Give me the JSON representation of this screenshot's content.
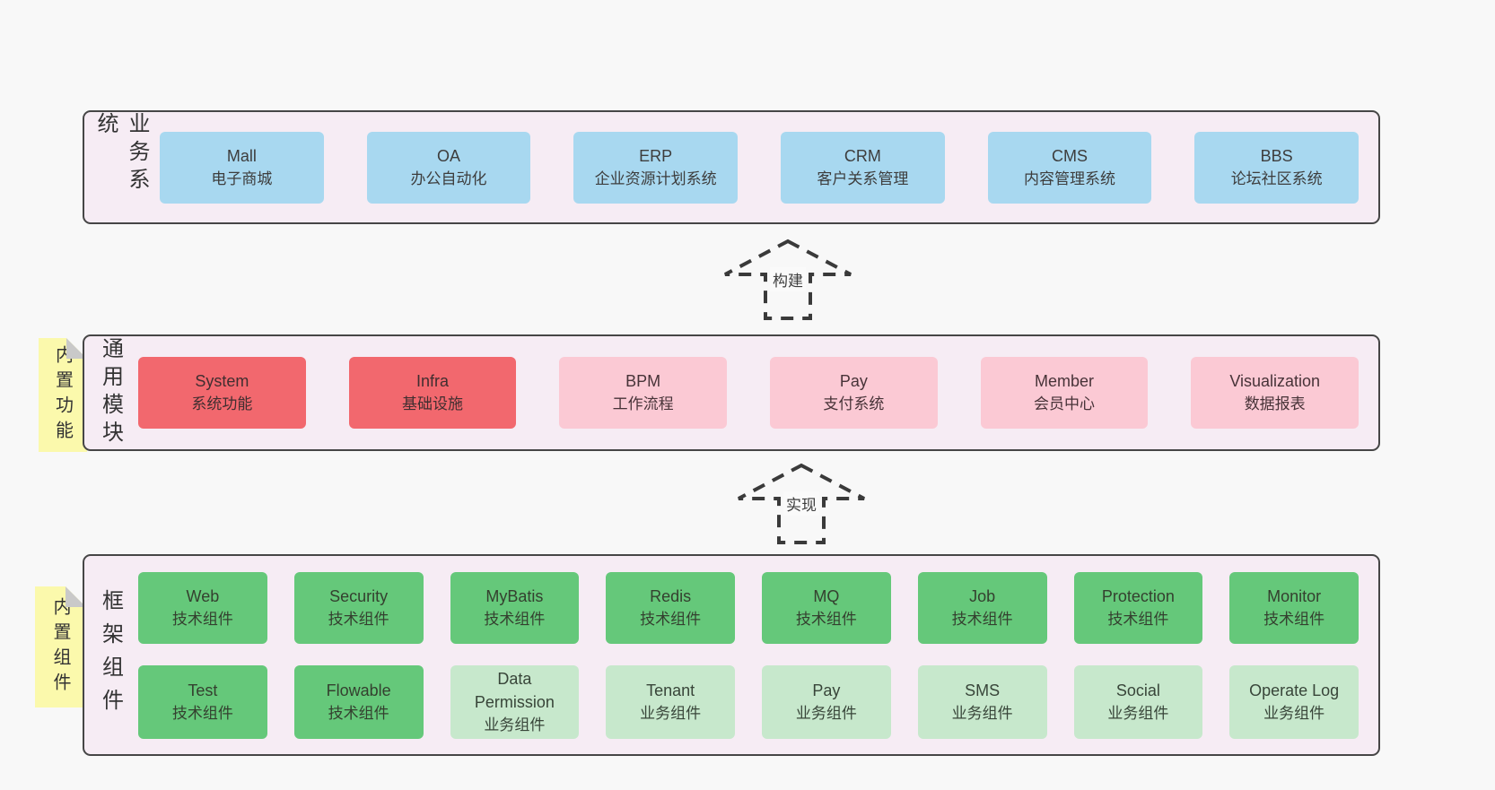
{
  "sections": {
    "business": {
      "side_label": "业务系统",
      "rows": {
        "0": [
          {
            "title": "Mall",
            "subtitle": "电子商城",
            "variant": "blue"
          },
          {
            "title": "OA",
            "subtitle": "办公自动化",
            "variant": "blue"
          },
          {
            "title": "ERP",
            "subtitle": "企业资源计划系统",
            "variant": "blue"
          },
          {
            "title": "CRM",
            "subtitle": "客户关系管理",
            "variant": "blue"
          },
          {
            "title": "CMS",
            "subtitle": "内容管理系统",
            "variant": "blue"
          },
          {
            "title": "BBS",
            "subtitle": "论坛社区系统",
            "variant": "blue"
          }
        ]
      }
    },
    "modules": {
      "side_label": "通用模块",
      "note_label": "内置功能",
      "rows": {
        "0": [
          {
            "title": "System",
            "subtitle": "系统功能",
            "variant": "red"
          },
          {
            "title": "Infra",
            "subtitle": "基础设施",
            "variant": "red"
          },
          {
            "title": "BPM",
            "subtitle": "工作流程",
            "variant": "pink"
          },
          {
            "title": "Pay",
            "subtitle": "支付系统",
            "variant": "pink"
          },
          {
            "title": "Member",
            "subtitle": "会员中心",
            "variant": "pink"
          },
          {
            "title": "Visualization",
            "subtitle": "数据报表",
            "variant": "pink"
          }
        ]
      }
    },
    "framework": {
      "side_label": "框架组件",
      "note_label": "内置组件",
      "rows": {
        "0": [
          {
            "title": "Web",
            "subtitle": "技术组件",
            "variant": "green"
          },
          {
            "title": "Security",
            "subtitle": "技术组件",
            "variant": "green"
          },
          {
            "title": "MyBatis",
            "subtitle": "技术组件",
            "variant": "green"
          },
          {
            "title": "Redis",
            "subtitle": "技术组件",
            "variant": "green"
          },
          {
            "title": "MQ",
            "subtitle": "技术组件",
            "variant": "green"
          },
          {
            "title": "Job",
            "subtitle": "技术组件",
            "variant": "green"
          },
          {
            "title": "Protection",
            "subtitle": "技术组件",
            "variant": "green"
          },
          {
            "title": "Monitor",
            "subtitle": "技术组件",
            "variant": "green"
          }
        ],
        "1": [
          {
            "title": "Test",
            "subtitle": "技术组件",
            "variant": "green"
          },
          {
            "title": "Flowable",
            "subtitle": "技术组件",
            "variant": "green"
          },
          {
            "title": "Data Permission",
            "subtitle": "业务组件",
            "variant": "lightgreen"
          },
          {
            "title": "Tenant",
            "subtitle": "业务组件",
            "variant": "lightgreen"
          },
          {
            "title": "Pay",
            "subtitle": "业务组件",
            "variant": "lightgreen"
          },
          {
            "title": "SMS",
            "subtitle": "业务组件",
            "variant": "lightgreen"
          },
          {
            "title": "Social",
            "subtitle": "业务组件",
            "variant": "lightgreen"
          },
          {
            "title": "Operate Log",
            "subtitle": "业务组件",
            "variant": "lightgreen"
          }
        ]
      }
    }
  },
  "arrows": {
    "build": {
      "label": "构建"
    },
    "implement": {
      "label": "实现"
    }
  },
  "colors": {
    "page_bg": "#f8f8f8",
    "section_bg": "#f6ecf4",
    "section_border": "#464646",
    "box_blue": "#a8d8f0",
    "box_red": "#f2686e",
    "box_pink": "#fbc9d4",
    "box_green": "#65c87a",
    "box_lightgreen": "#c7e8cc",
    "note_yellow": "#fbf9ac",
    "note_fold": "#c9c9c9",
    "text": "#3d3d3d",
    "arrow_stroke": "#3a3a3a"
  }
}
